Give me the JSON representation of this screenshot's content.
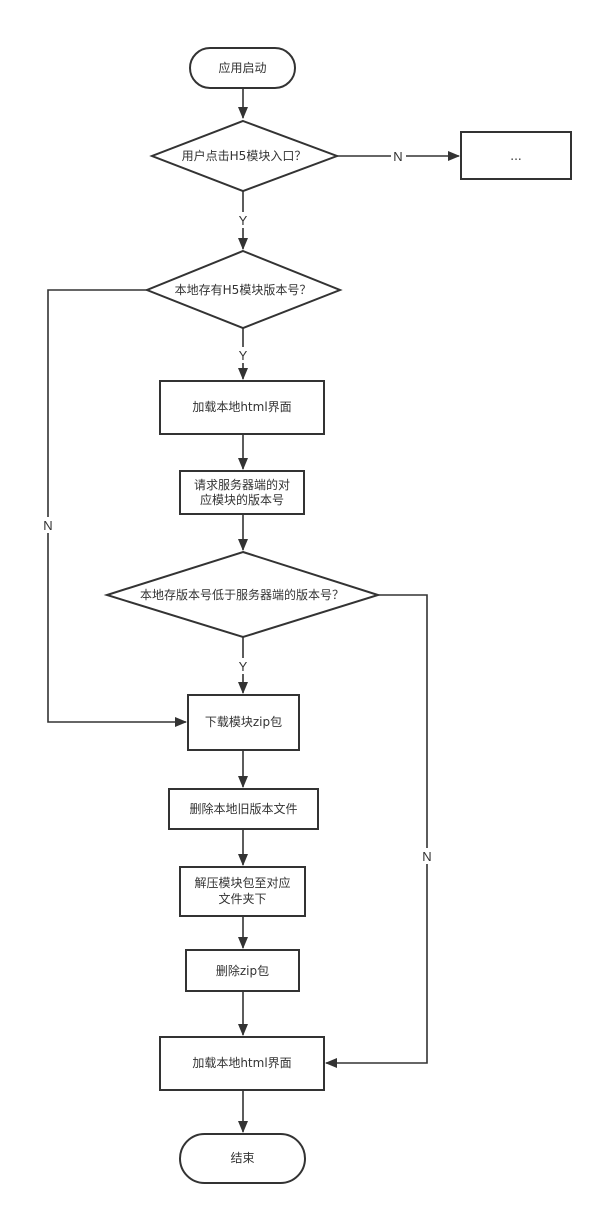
{
  "nodes": {
    "start": "应用启动",
    "q_h5_entry": "用户点击H5模块入口？",
    "other": "...",
    "q_local_version": "本地存有H5模块版本号？",
    "load_local_1": "加载本地html界面",
    "request_version_line1": "请求服务器端的对",
    "request_version_line2": "应模块的版本号",
    "q_version_lower": "本地存版本号低于服务器端的版本号？",
    "download_zip": "下载模块zip包",
    "delete_old": "删除本地旧版本文件",
    "unzip_line1": "解压模块包至对应",
    "unzip_line2": "文件夹下",
    "delete_zip": "删除zip包",
    "load_local_2": "加载本地html界面",
    "end": "结束"
  },
  "edge_labels": {
    "entry_no": "N",
    "entry_yes": "Y",
    "local_yes": "Y",
    "local_no": "N",
    "lower_yes": "Y",
    "lower_no": "N"
  }
}
